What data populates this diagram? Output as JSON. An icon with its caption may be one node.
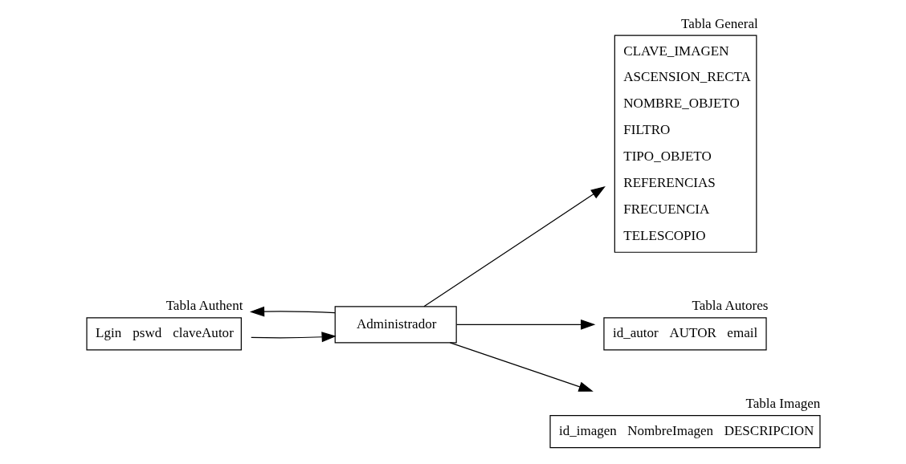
{
  "diagram": {
    "nodes": [
      {
        "text": [
          "Tabla Authent",
          "Lgin",
          "pswd",
          "claveAutor"
        ]
      },
      {
        "text": [
          "Administrador"
        ]
      },
      {
        "text": [
          "Tabla General",
          "CLAVE_IMAGEN",
          "ASCENSION_RECTA",
          "NOMBRE_OBJETO",
          "FILTRO",
          "TIPO_OBJETO",
          "REFERENCIAS",
          "FRECUENCIA",
          "TELESCOPIO"
        ]
      },
      {
        "text": [
          "Tabla Autores",
          "id_autor",
          "AUTOR",
          "email"
        ]
      },
      {
        "text": [
          "Tabla Imagen",
          "id_imagen",
          "NombreImagen",
          "DESCRIPCION"
        ]
      }
    ],
    "edges": [
      {
        "from": 1,
        "to": 0,
        "arrow": "to"
      },
      {
        "from": 0,
        "to": 1,
        "arrow": "to"
      },
      {
        "from": 1,
        "to": 2,
        "arrow": "to"
      },
      {
        "from": 1,
        "to": 3,
        "arrow": "to"
      },
      {
        "from": 1,
        "to": 4,
        "arrow": "to"
      }
    ]
  }
}
